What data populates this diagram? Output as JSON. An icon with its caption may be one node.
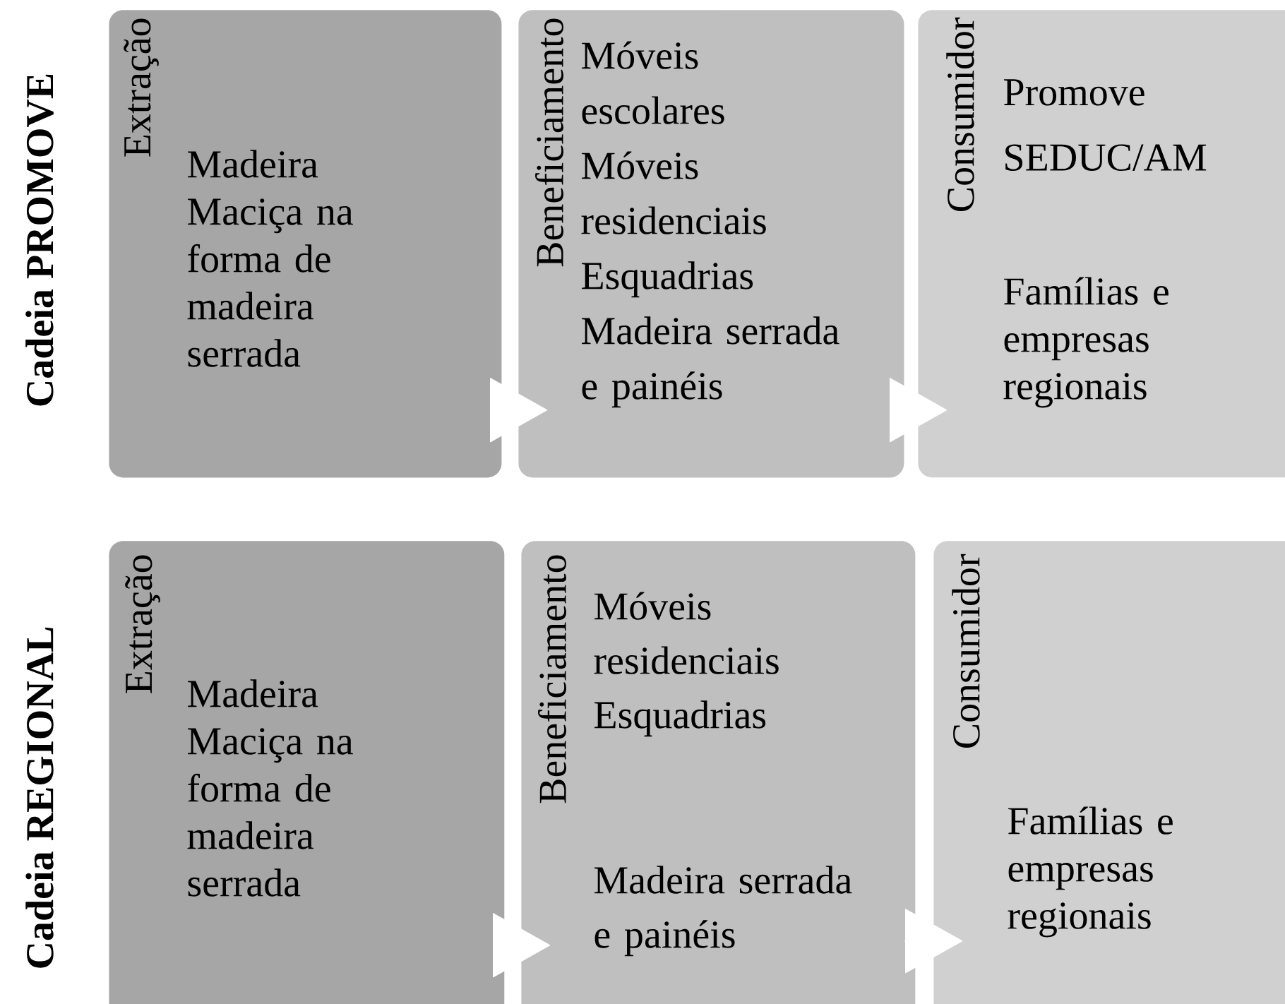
{
  "diagram": {
    "nodes": [
      {
        "text": [
          "Extração",
          "Madeira Maciça na forma de madeira serrada"
        ]
      },
      {
        "text": [
          "Beneficiamento",
          "Móveis escolares",
          "Móveis residenciais",
          "Esquadrias",
          "Madeira serrada e painéis"
        ]
      },
      {
        "text": [
          "Consumidor",
          "Promove",
          "SEDUC/AM",
          "Famílias e empresas regionais"
        ]
      },
      {
        "text": [
          "Extração",
          "Madeira Maciça na forma de madeira serrada"
        ]
      },
      {
        "text": [
          "Beneficiamento",
          "Móveis residenciais",
          "Esquadrias",
          "Madeira serrada e painéis"
        ]
      },
      {
        "text": [
          "Consumidor",
          "Famílias e empresas regionais"
        ]
      }
    ],
    "edges": [
      {
        "from": 0,
        "to": 1,
        "arrow": "to"
      },
      {
        "from": 1,
        "to": 2,
        "arrow": "to"
      },
      {
        "from": 3,
        "to": 4,
        "arrow": "to"
      },
      {
        "from": 4,
        "to": 5,
        "arrow": "to"
      }
    ],
    "labels": [
      "Cadeia PROMOVE",
      "Cadeia REGIONAL"
    ]
  }
}
